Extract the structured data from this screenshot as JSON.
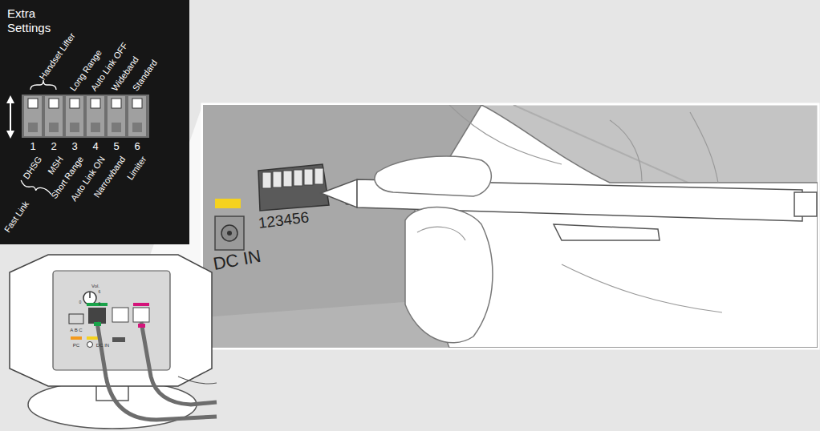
{
  "diagram": {
    "nodes": [
      {
        "text": [
          "Extra Settings"
        ]
      }
    ],
    "labels": [
      "Handset Lifter",
      "Long Range",
      "Auto Link OFF",
      "Wideband",
      "Standard",
      "1",
      "2",
      "3",
      "4",
      "5",
      "6",
      "DHSG",
      "MSH",
      "Short Range",
      "Auto Link ON",
      "Narrowband",
      "Limiter",
      "Fast Link",
      "DC IN",
      "123456",
      "Vol.",
      "6",
      "0",
      "9",
      "A B C",
      "PC",
      "DC IN"
    ]
  }
}
